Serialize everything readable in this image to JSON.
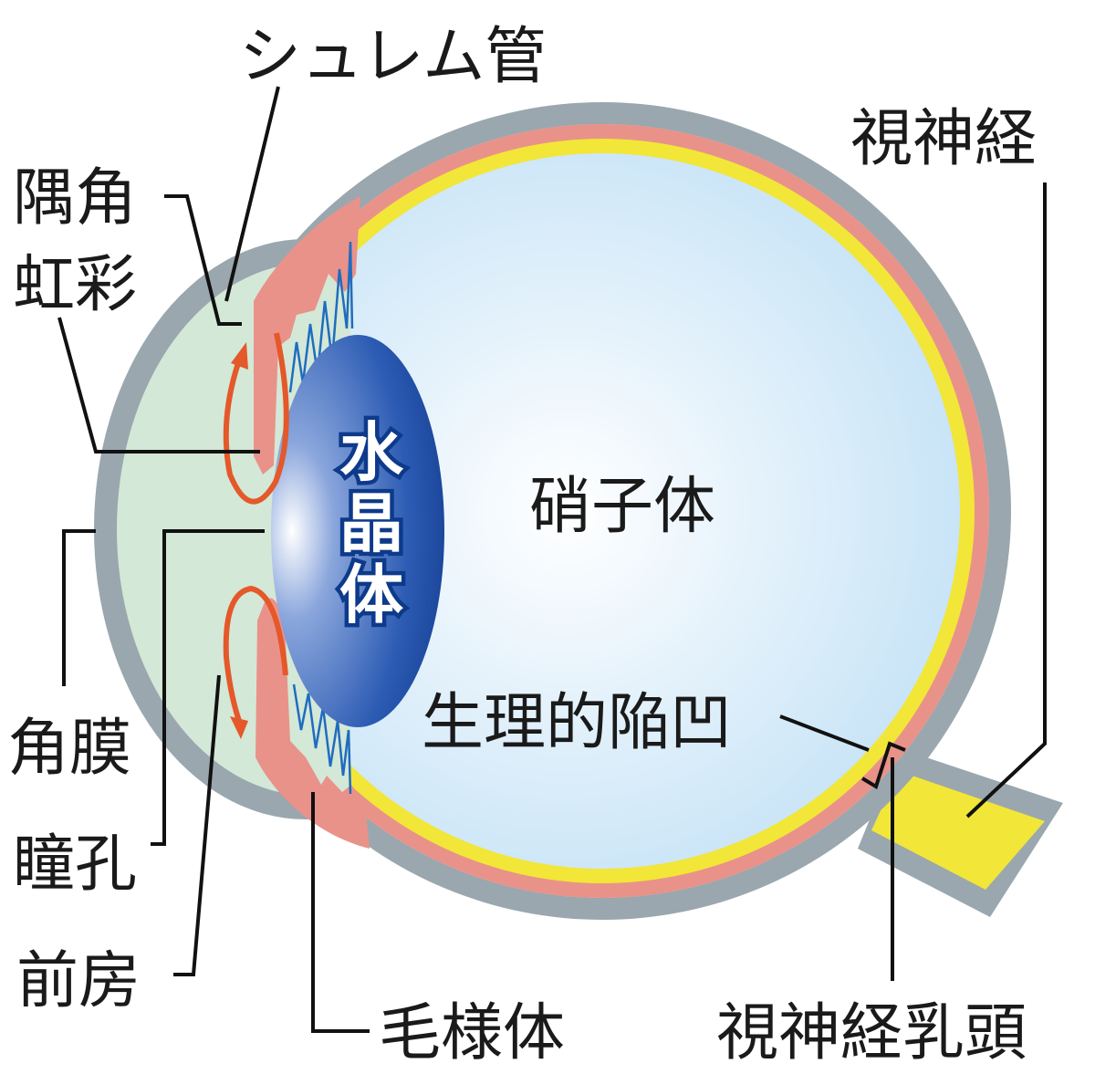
{
  "labels": {
    "schlemm_canal": "シュレム管",
    "optic_nerve": "視神経",
    "angle": "隅角",
    "iris": "虹彩",
    "vitreous_body": "硝子体",
    "lens": [
      "水",
      "晶",
      "体"
    ],
    "physiological_cup": "生理的陥凹",
    "cornea": "角膜",
    "pupil": "瞳孔",
    "anterior_chamber": "前房",
    "ciliary_body": "毛様体",
    "optic_disc": "視神経乳頭"
  },
  "colors": {
    "sclera": "#9aa7ae",
    "retina": "#e9928a",
    "choroid": "#f2e638",
    "vitreous": "#cfe8f7",
    "aqueous": "#d3e8d6",
    "lens": "#1a4aa0",
    "flow_arrow": "#e4582a",
    "zonule": "#1f6cc0"
  }
}
